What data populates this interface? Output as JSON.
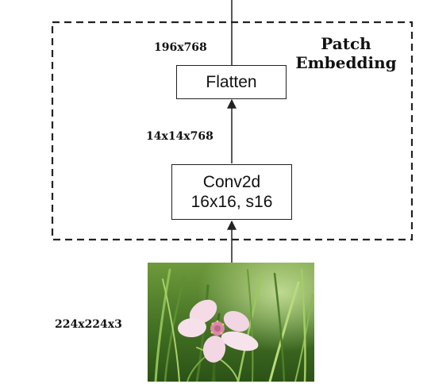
{
  "group": {
    "title_line1": "Patch",
    "title_line2": "Embedding"
  },
  "nodes": {
    "flatten": {
      "label": "Flatten"
    },
    "conv": {
      "line1": "Conv2d",
      "line2": "16x16, s16"
    }
  },
  "edges": {
    "output_dim": "196x768",
    "conv_output_dim": "14x14x768",
    "input_dim": "224x224x3"
  },
  "input": {
    "content": "photo of a pale pink five-petal flower in green grass"
  },
  "colors": {
    "stroke": "#222222",
    "text": "#111111",
    "background": "#ffffff"
  }
}
